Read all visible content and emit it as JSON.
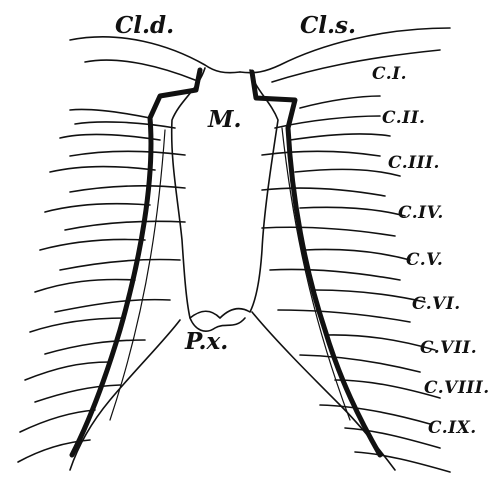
{
  "figure": {
    "labels": {
      "clavicle_right": "Cl.d.",
      "clavicle_left": "Cl.s.",
      "manubrium": "M.",
      "xiphoid": "P.x."
    },
    "ribs": [
      "C.I.",
      "C.II.",
      "C.III.",
      "C.IV.",
      "C.V.",
      "C.VI.",
      "C.VII.",
      "C.VIII.",
      "C.IX."
    ],
    "colors": {
      "ink": "#111111",
      "paper": "#ffffff"
    }
  }
}
